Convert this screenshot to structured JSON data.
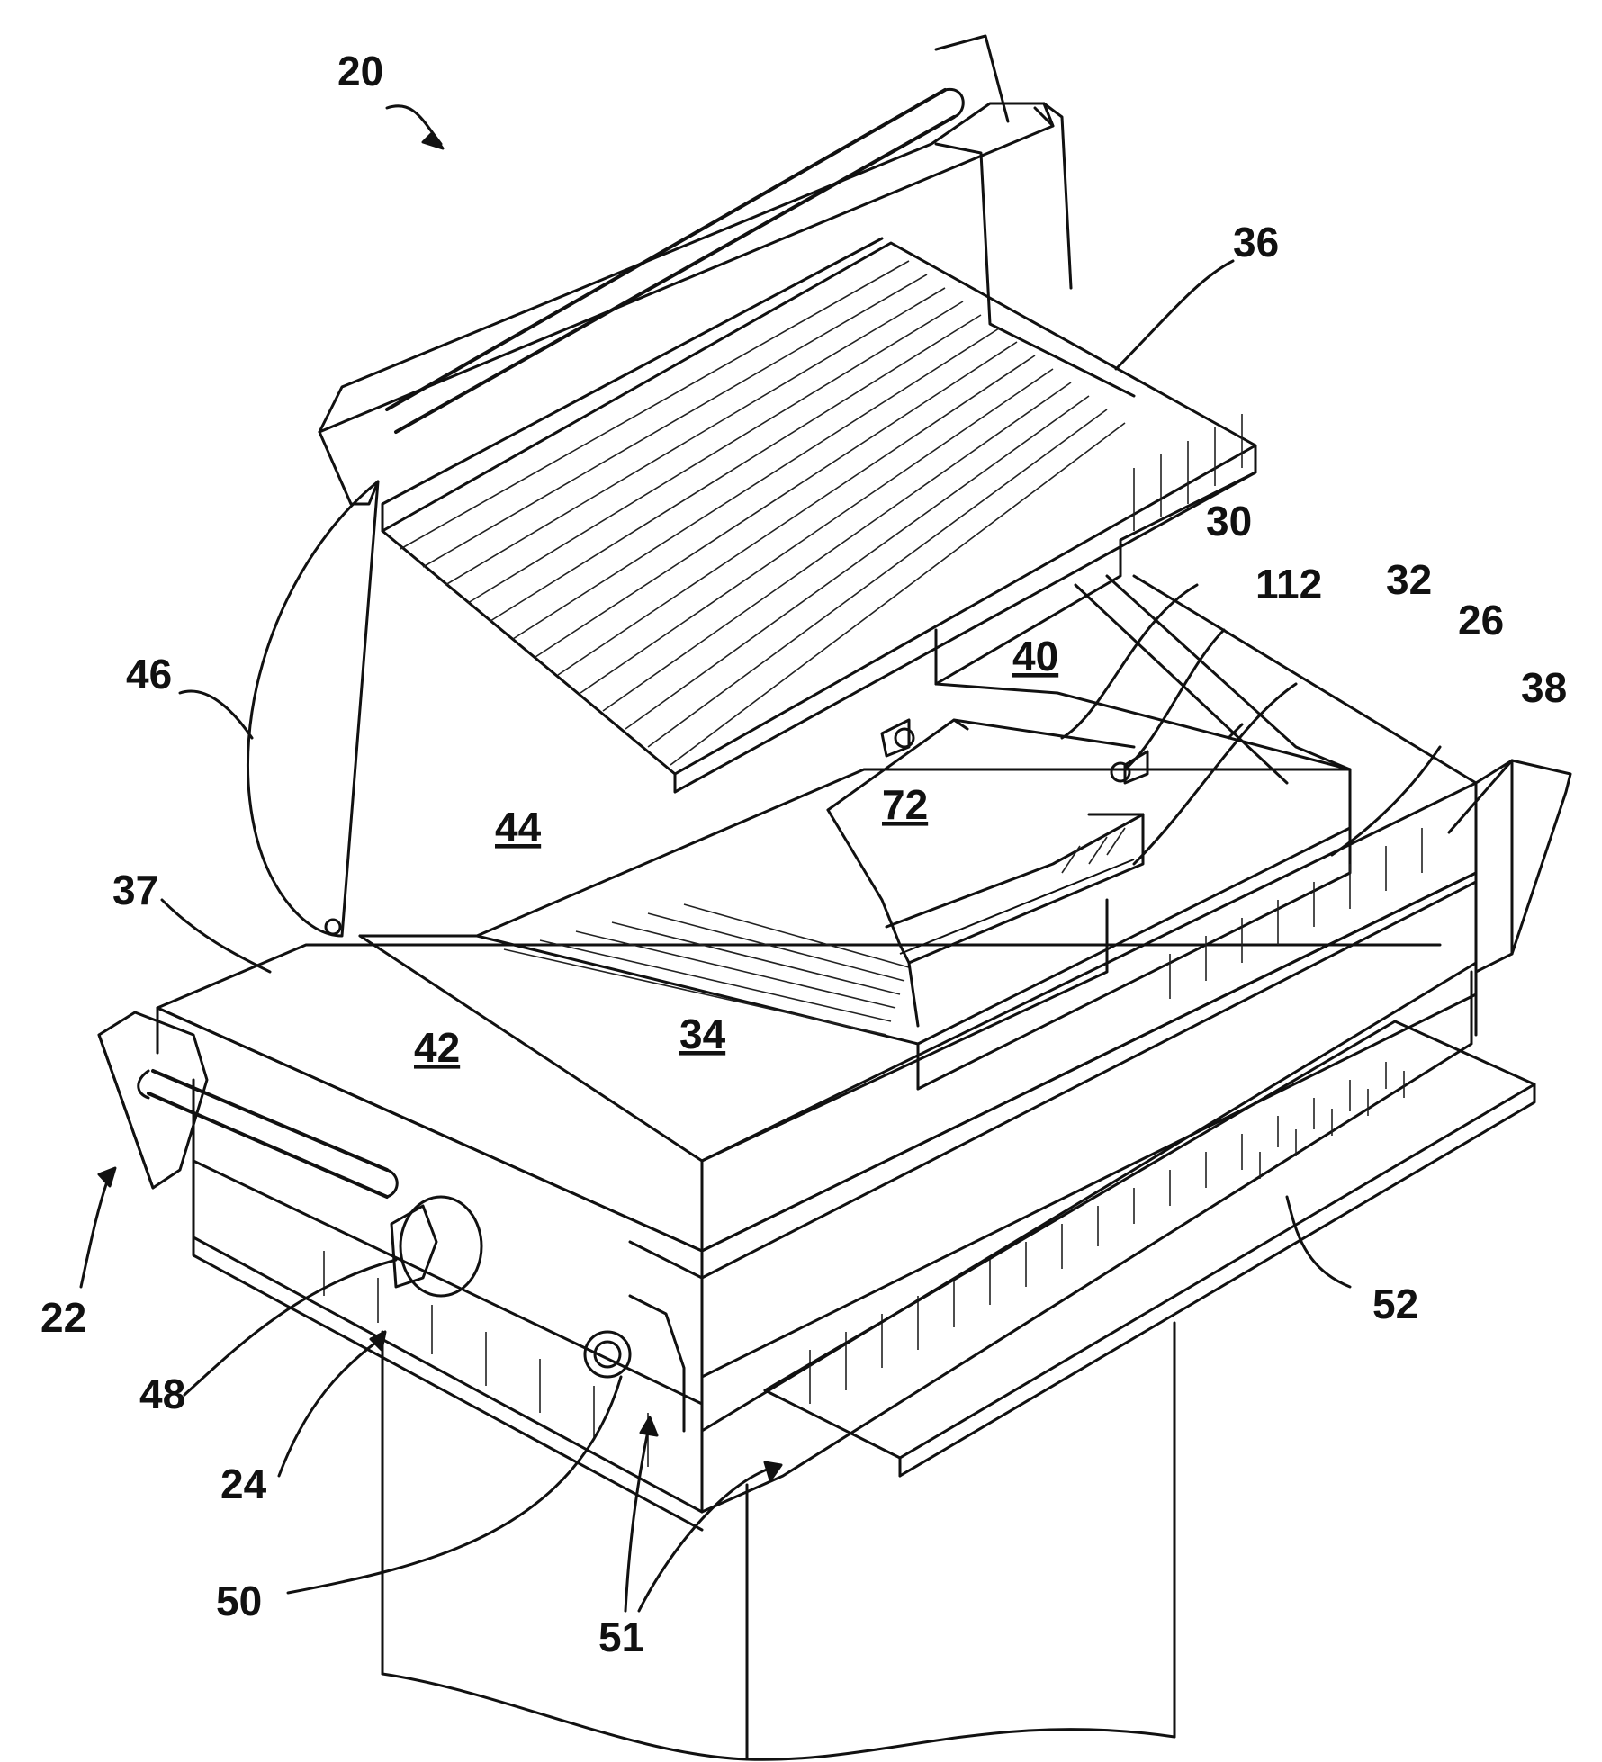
{
  "labels": [
    {
      "id": "20",
      "text": "20"
    },
    {
      "id": "36",
      "text": "36"
    },
    {
      "id": "30",
      "text": "30"
    },
    {
      "id": "112",
      "text": "112"
    },
    {
      "id": "32",
      "text": "32"
    },
    {
      "id": "26",
      "text": "26"
    },
    {
      "id": "38",
      "text": "38"
    },
    {
      "id": "46",
      "text": "46"
    },
    {
      "id": "40",
      "text": "40"
    },
    {
      "id": "72",
      "text": "72"
    },
    {
      "id": "44",
      "text": "44"
    },
    {
      "id": "37",
      "text": "37"
    },
    {
      "id": "42",
      "text": "42"
    },
    {
      "id": "34",
      "text": "34"
    },
    {
      "id": "22",
      "text": "22"
    },
    {
      "id": "48",
      "text": "48"
    },
    {
      "id": "24",
      "text": "24"
    },
    {
      "id": "52",
      "text": "52"
    },
    {
      "id": "50",
      "text": "50"
    },
    {
      "id": "51",
      "text": "51"
    }
  ]
}
